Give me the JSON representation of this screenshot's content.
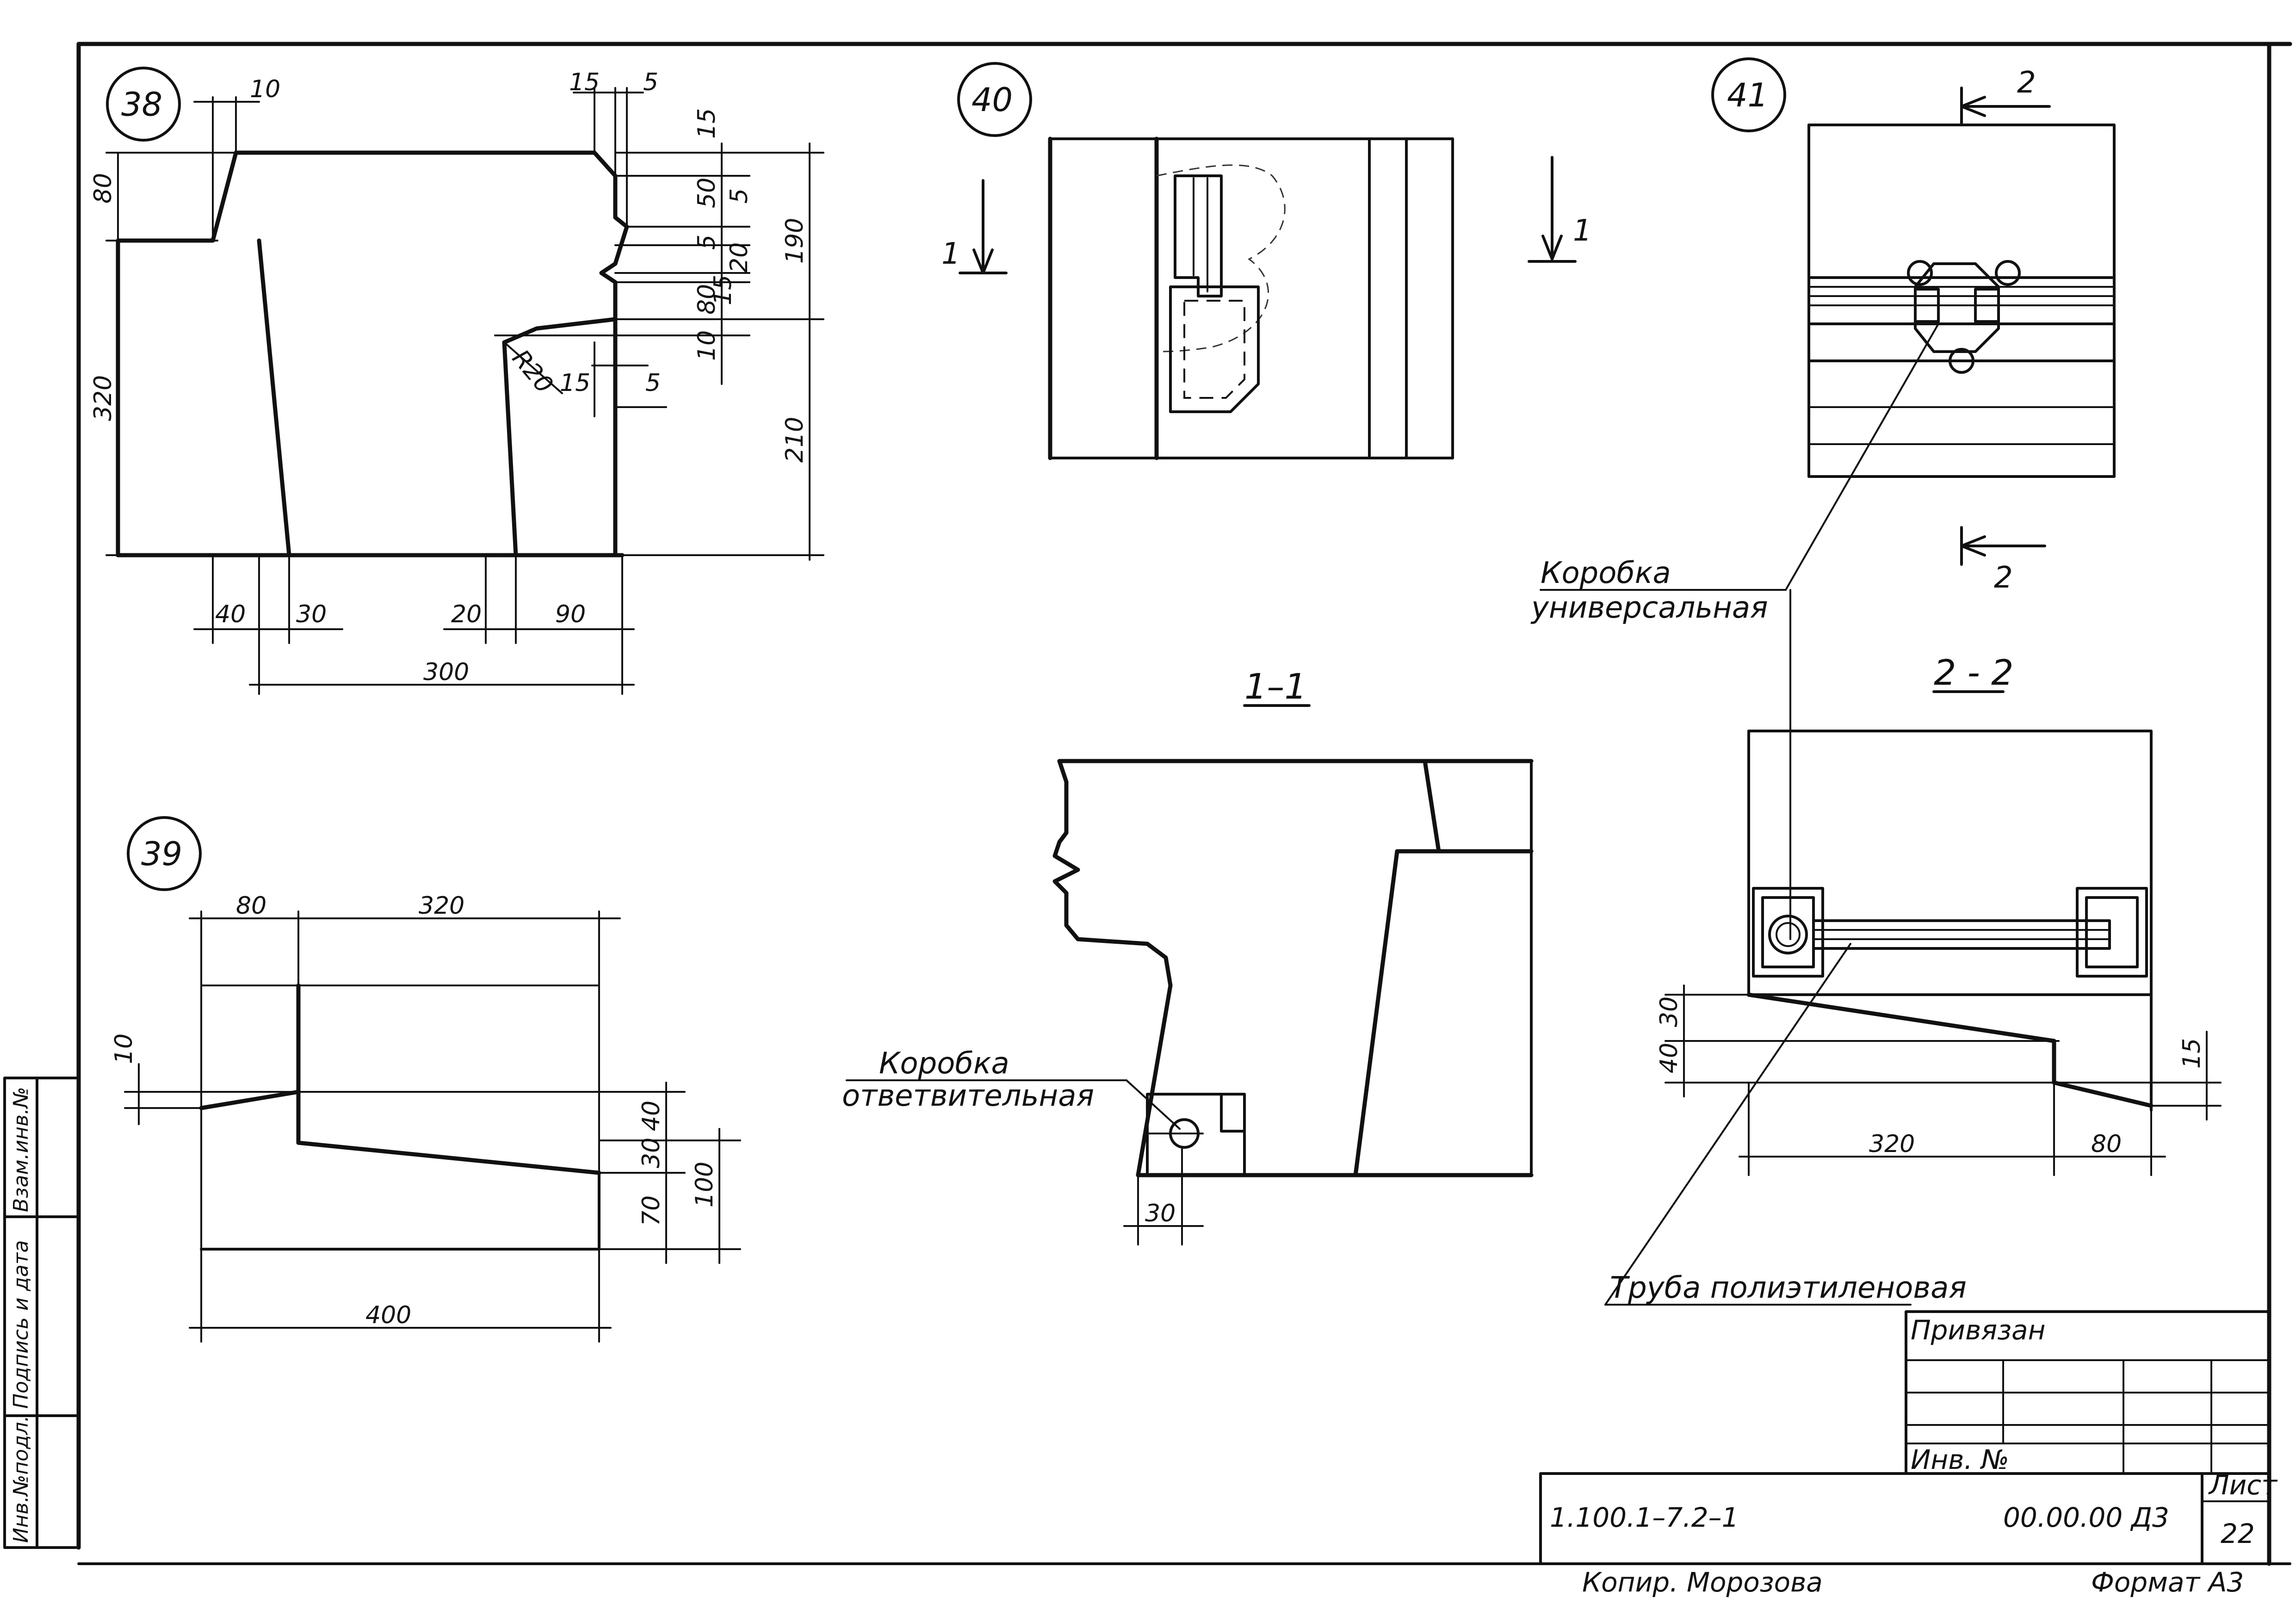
{
  "details": {
    "d38": {
      "number": "38",
      "dims": {
        "top_10": "10",
        "top_15": "15",
        "top_5": "5",
        "left_80": "80",
        "left_320": "320",
        "right_15": "15",
        "right_50": "50",
        "right_5a": "5",
        "right_5b": "5",
        "right_20": "20",
        "right_15b": "15",
        "right_80": "80",
        "right_10": "10",
        "far_190": "190",
        "far_210": "210",
        "r20": "R20",
        "mid_15": "15",
        "mid_5": "5",
        "bot_40": "40",
        "bot_30": "30",
        "bot_20": "20",
        "bot_90": "90",
        "bot_300": "300"
      }
    },
    "d39": {
      "number": "39",
      "dims": {
        "top_80": "80",
        "top_320": "320",
        "left_10": "10",
        "r_40": "40",
        "r_30": "30",
        "r_70": "70",
        "r_100": "100",
        "bot_400": "400"
      }
    },
    "d40": {
      "number": "40",
      "cut_mark": "1"
    },
    "d41": {
      "number": "41",
      "cut_mark_top": "2",
      "cut_mark_bottom": "2",
      "cut_mark_side": "1"
    }
  },
  "sections": {
    "s11": {
      "title": "1–1",
      "dim_30": "30"
    },
    "s22": {
      "title": "2 - 2",
      "dims": {
        "d30": "30",
        "d40": "40",
        "d15": "15",
        "d320": "320",
        "d80": "80"
      }
    }
  },
  "callouts": {
    "universal_box": [
      "Коробка",
      "универсальная"
    ],
    "branch_box": [
      "Коробка",
      "ответвительная"
    ],
    "pipe": "Труба полиэтиленовая"
  },
  "side_stamp": [
    "Инв.№подл.",
    "Подпись и дата",
    "Взам.инв.№"
  ],
  "title_block": {
    "bound_label": "Привязан",
    "inv_label": "Инв. №",
    "doc_code": "1.100.1–7.2–1",
    "drawing_code": "00.00.00 Д3",
    "sheet_label": "Лист",
    "sheet_number": "22"
  },
  "footer": {
    "copied_by": "Копир. Морозова",
    "format": "Формат А3"
  }
}
